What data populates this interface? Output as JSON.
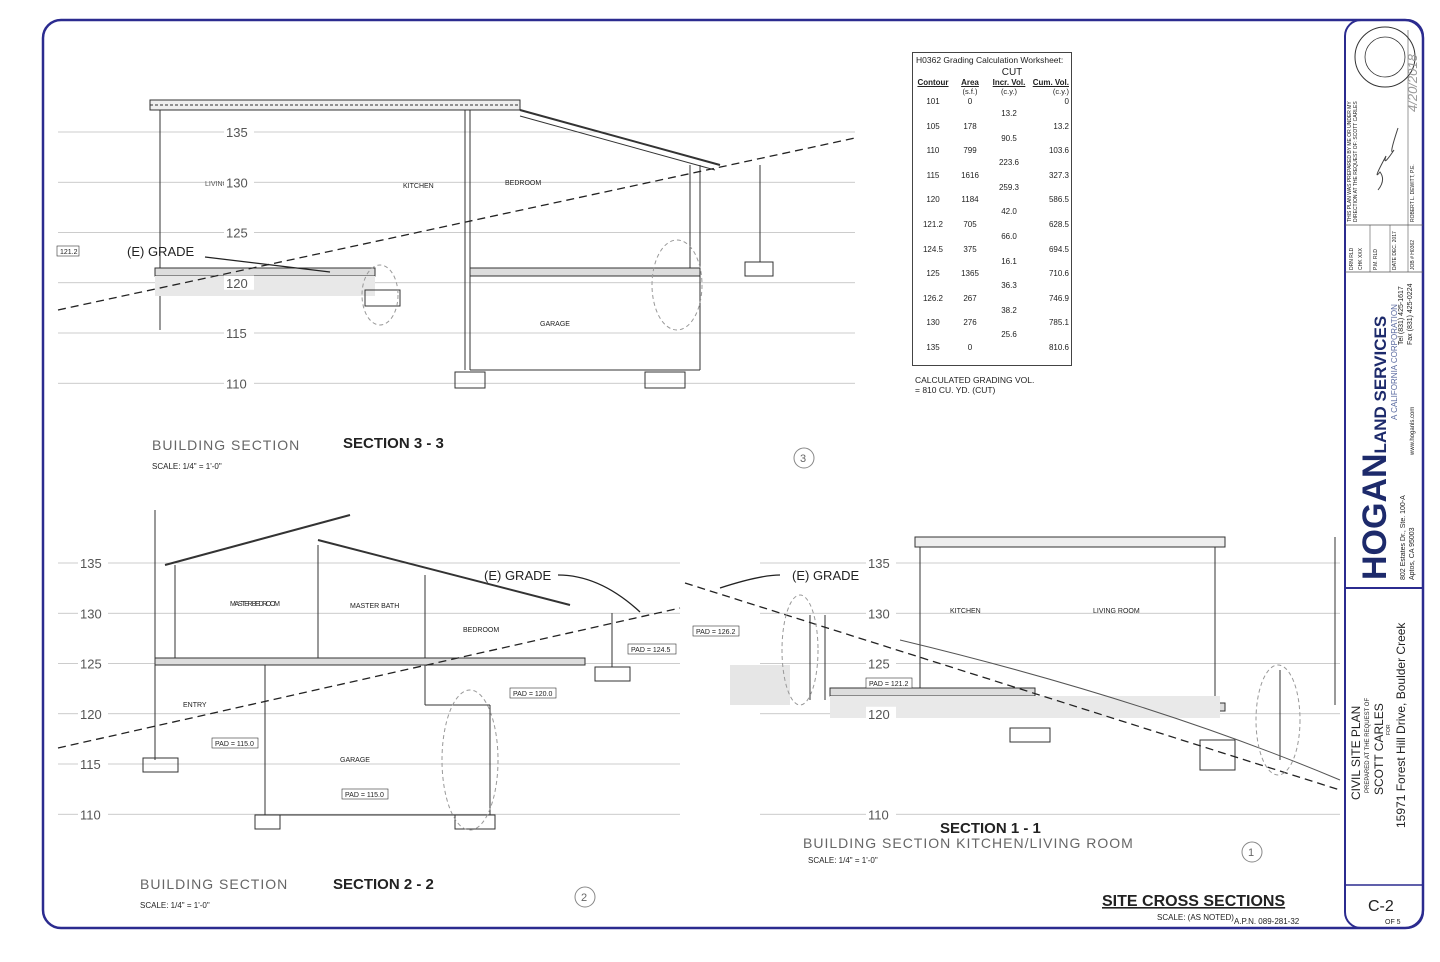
{
  "sheet": {
    "border_color": "#2b2b8f",
    "drawing_title": "SITE CROSS SECTIONS",
    "drawing_scale": "SCALE:  (AS NOTED)",
    "apn": "A.P.N. 089-281-32",
    "sheet_number": "C-2",
    "sheet_of": "OF 5"
  },
  "title_block": {
    "plan_title": "CIVIL SITE PLAN",
    "prepared_for_label": "PREPARED AT THE REQUEST OF",
    "client": "SCOTT CARLES",
    "for_label": "FOR",
    "address": "15971 Forest Hill Drive, Boulder Creek",
    "company_main": "HOGAN",
    "company_sub": "LAND SERVICES",
    "company_tag": "A CALIFORNIA CORPORATION",
    "company_address_1": "802 Estates Dr., Ste. 100-A",
    "company_address_2": "Aptos, CA 95003",
    "website": "www.hoganls.com",
    "tel": "Tel (831) 425-1617",
    "fax": "Fax (831) 425-0224",
    "fields": [
      {
        "label": "DRN",
        "value": "RLD"
      },
      {
        "label": "CHK",
        "value": "XXX"
      },
      {
        "label": "P.M.",
        "value": "RLD"
      },
      {
        "label": "DATE",
        "value": "DEC. 2017"
      },
      {
        "label": "JOB #",
        "value": "H0362"
      }
    ],
    "certification": "THIS PLAN WAS PREPARED BY ME OR UNDER MY DIRECTION AT THE REQUEST OF: SCOTT CARLES",
    "engineer": "ROBERT L. DEWITT, P.E.",
    "signed_date": "4/20/2018"
  },
  "grading_table": {
    "title": "H0362 Grading Calculation Worksheet:",
    "group": "CUT",
    "headers": [
      "Contour",
      "Area",
      "Incr. Vol.",
      "Cum. Vol."
    ],
    "units": [
      "",
      "(s.f.)",
      "(c.y.)",
      "(c.y.)"
    ],
    "rows": [
      {
        "contour": "101",
        "area": "0",
        "incr": "13.2",
        "cum": "0"
      },
      {
        "contour": "105",
        "area": "178",
        "incr": "90.5",
        "cum": "13.2"
      },
      {
        "contour": "110",
        "area": "799",
        "incr": "223.6",
        "cum": "103.6"
      },
      {
        "contour": "115",
        "area": "1616",
        "incr": "259.3",
        "cum": "327.3"
      },
      {
        "contour": "120",
        "area": "1184",
        "incr": "42.0",
        "cum": "586.5"
      },
      {
        "contour": "121.2",
        "area": "705",
        "incr": "66.0",
        "cum": "628.5"
      },
      {
        "contour": "124.5",
        "area": "375",
        "incr": "16.1",
        "cum": "694.5"
      },
      {
        "contour": "125",
        "area": "1365",
        "incr": "36.3",
        "cum": "710.6"
      },
      {
        "contour": "126.2",
        "area": "267",
        "incr": "38.2",
        "cum": "746.9"
      },
      {
        "contour": "130",
        "area": "276",
        "incr": "25.6",
        "cum": "785.1"
      },
      {
        "contour": "135",
        "area": "0",
        "incr": "",
        "cum": "810.6"
      }
    ],
    "note_1": "CALCULATED GRADING VOL.",
    "note_2": "= 810 CU. YD. (CUT)"
  },
  "sections": {
    "s33": {
      "label": "BUILDING SECTION",
      "title": "SECTION 3 - 3",
      "scale": "SCALE: 1/4\" = 1'-0\"",
      "number": "3",
      "elevations": [
        "135",
        "130",
        "125",
        "120",
        "115",
        "110"
      ],
      "rooms": [
        "LIVING ROOM",
        "KITCHEN",
        "BEDROOM",
        "GARAGE"
      ],
      "grade": "(E) GRADE",
      "spot": "121.2"
    },
    "s22": {
      "label": "BUILDING SECTION",
      "title": "SECTION 2 - 2",
      "scale": "SCALE: 1/4\" = 1'-0\"",
      "number": "2",
      "elevations": [
        "135",
        "130",
        "125",
        "120",
        "115",
        "110"
      ],
      "rooms": [
        "MASTER BEDROOM",
        "MASTER BATH",
        "BEDROOM",
        "ENTRY",
        "GARAGE"
      ],
      "grade": "(E) GRADE",
      "pads": [
        "PAD = 124.5",
        "PAD = 120.0",
        "PAD = 115.0",
        "PAD = 115.0"
      ]
    },
    "s11": {
      "label": "BUILDING SECTION KITCHEN/LIVING ROOM",
      "title": "SECTION 1 - 1",
      "scale": "SCALE: 1/4\" = 1'-0\"",
      "number": "1",
      "elevations": [
        "135",
        "130",
        "125",
        "120",
        "110"
      ],
      "rooms": [
        "KITCHEN",
        "LIVING ROOM"
      ],
      "grade": "(E) GRADE",
      "pads": [
        "PAD = 126.2",
        "PAD = 121.2"
      ]
    }
  }
}
